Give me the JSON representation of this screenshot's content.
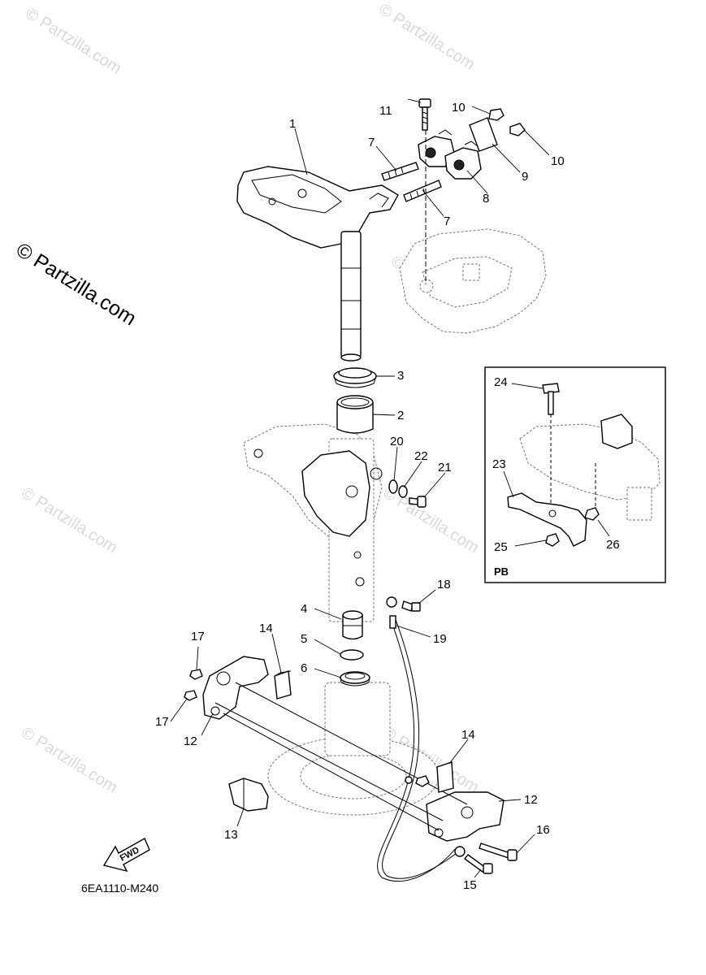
{
  "watermark": {
    "big_text": "© Partzilla.com",
    "small_text": "© Partzilla.com"
  },
  "diagram_code": "6EA1110-M240",
  "inset_label": "PB",
  "fwd_label": "FWD",
  "callouts": [
    "1",
    "2",
    "3",
    "4",
    "5",
    "6",
    "7",
    "7",
    "8",
    "9",
    "10",
    "10",
    "11",
    "12",
    "12",
    "13",
    "14",
    "14",
    "15",
    "16",
    "17",
    "17",
    "18",
    "19",
    "20",
    "21",
    "22",
    "23",
    "24",
    "25",
    "26"
  ],
  "colors": {
    "line": "#000000",
    "ghost": "#777777",
    "watermark": "#d9d9d9"
  }
}
